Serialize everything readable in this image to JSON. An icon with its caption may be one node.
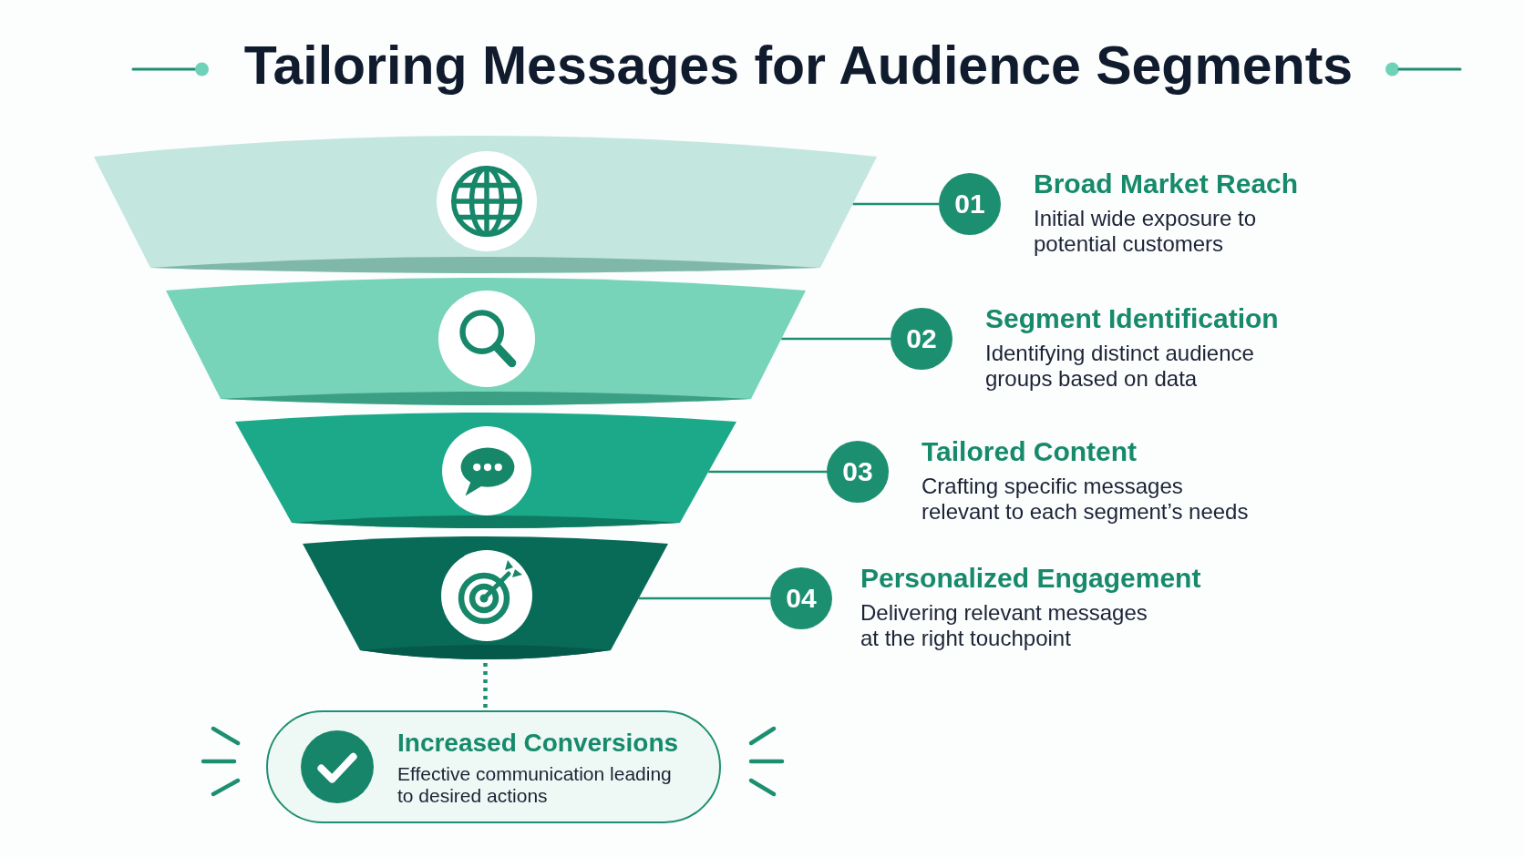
{
  "diagram": {
    "title": "Tailoring Messages for Audience Segments",
    "nodes": [
      {
        "text": [],
        "shape": "trapezoid"
      },
      {
        "text": [
          "01"
        ],
        "beside": [
          "Broad Market Reach",
          "Initial wide exposure to potential customers"
        ]
      },
      {
        "text": [],
        "shape": "trapezoid"
      },
      {
        "text": [
          "02"
        ],
        "beside": [
          "Segment Identification",
          "Identifying distinct audience groups based on data"
        ]
      },
      {
        "text": [],
        "shape": "trapezoid"
      },
      {
        "text": [
          "03"
        ],
        "beside": [
          "Tailored Content",
          "Crafting specific messages relevant to each segment’s needs"
        ]
      },
      {
        "text": [],
        "shape": "trapezoid"
      },
      {
        "text": [
          "04"
        ],
        "beside": [
          "Personalized Engagement",
          "Delivering relevant messages at the right touchpoint"
        ]
      },
      {
        "text": [
          "Increased Conversions",
          "Effective communication leading to desired actions"
        ]
      }
    ],
    "edges": [
      {
        "from": 0,
        "to": 1,
        "arrow": "none"
      },
      {
        "from": 2,
        "to": 3,
        "arrow": "none"
      },
      {
        "from": 4,
        "to": 5,
        "arrow": "none"
      },
      {
        "from": 6,
        "to": 7,
        "arrow": "none"
      },
      {
        "from": 6,
        "to": 8,
        "arrow": "none",
        "style": "dashed"
      }
    ]
  }
}
